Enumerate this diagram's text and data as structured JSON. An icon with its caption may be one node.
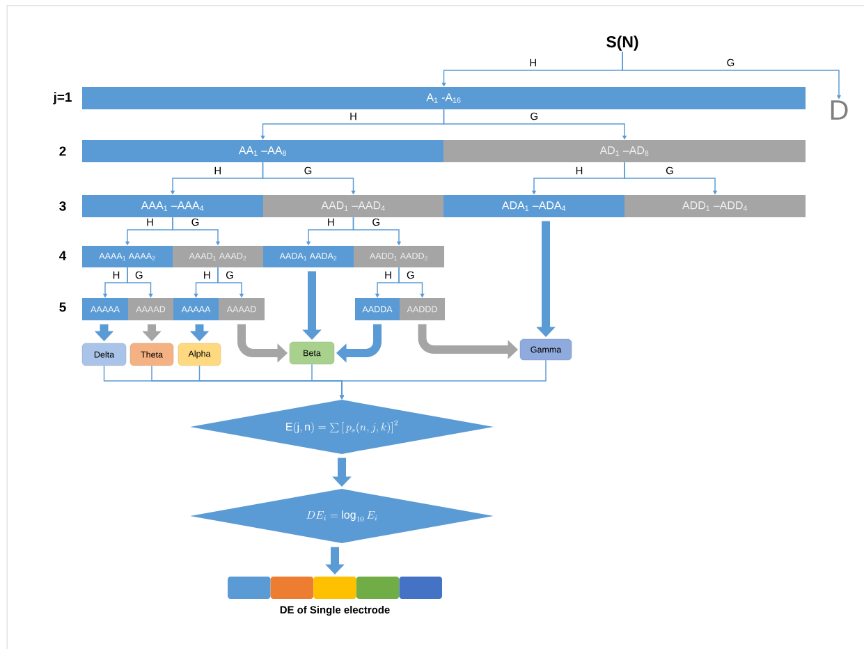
{
  "diagram": {
    "nodes": [
      {
        "text": [
          "S(N)"
        ]
      },
      {
        "text": [
          "A$_{1}$ -A$_{16}$"
        ]
      },
      {
        "text": [
          "D"
        ]
      },
      {
        "text": [
          "AA$_{1}$ –AA$_{8}$"
        ]
      },
      {
        "text": [
          "AD$_{1}$ –AD$_{8}$"
        ]
      },
      {
        "text": [
          "AAA$_{1}$ –AAA$_{4}$"
        ]
      },
      {
        "text": [
          "AAD$_{1}$ –AAD$_{4}$"
        ]
      },
      {
        "text": [
          "ADA$_{1}$ –ADA$_{4}$"
        ]
      },
      {
        "text": [
          "ADD$_{1}$ –ADD$_{4}$"
        ]
      },
      {
        "text": [
          "AAAA$_{1}$  AAAA$_{2}$"
        ]
      },
      {
        "text": [
          "AAAD$_{1}$  AAAD$_{2}$"
        ]
      },
      {
        "text": [
          "AADA$_{1}$  AADA$_{2}$"
        ]
      },
      {
        "text": [
          "AADD$_{1}$  AADD$_{2}$"
        ]
      },
      {
        "text": [
          "AAAAA"
        ]
      },
      {
        "text": [
          "AAAAD"
        ]
      },
      {
        "text": [
          "AAAAA"
        ]
      },
      {
        "text": [
          "AAAAD"
        ]
      },
      {
        "text": [
          "AADDA"
        ]
      },
      {
        "text": [
          "AADDD"
        ]
      },
      {
        "text": [
          "Delta"
        ]
      },
      {
        "text": [
          "Theta"
        ]
      },
      {
        "text": [
          "Alpha"
        ]
      },
      {
        "text": [
          "Beta"
        ]
      },
      {
        "text": [
          "Gamma"
        ]
      },
      {
        "text": [
          "\\mathrm{E}(\\mathrm{j},\\mathrm{n}) = \\sum\\left[\\,p_s(n,j,k)\\right]^2"
        ]
      },
      {
        "text": [
          "DE_i = \\log_{10} E_i"
        ]
      },
      {
        "text": [
          "DE of Single electrode"
        ]
      }
    ],
    "edges": [
      {
        "from": 0,
        "to": 1,
        "arrow": "to",
        "label": "H"
      },
      {
        "from": 0,
        "to": 2,
        "arrow": "to",
        "label": "G"
      },
      {
        "from": 1,
        "to": 3,
        "arrow": "to",
        "label": "H"
      },
      {
        "from": 1,
        "to": 4,
        "arrow": "to",
        "label": "G"
      },
      {
        "from": 3,
        "to": 5,
        "arrow": "to",
        "label": "H"
      },
      {
        "from": 3,
        "to": 6,
        "arrow": "to",
        "label": "G"
      },
      {
        "from": 4,
        "to": 7,
        "arrow": "to",
        "label": "H"
      },
      {
        "from": 4,
        "to": 8,
        "arrow": "to",
        "label": "G"
      },
      {
        "from": 5,
        "to": 9,
        "arrow": "to",
        "label": "H"
      },
      {
        "from": 5,
        "to": 10,
        "arrow": "to",
        "label": "G"
      },
      {
        "from": 6,
        "to": 11,
        "arrow": "to",
        "label": "H"
      },
      {
        "from": 6,
        "to": 12,
        "arrow": "to",
        "label": "G"
      },
      {
        "from": 9,
        "to": 13,
        "arrow": "to",
        "label": "H"
      },
      {
        "from": 9,
        "to": 14,
        "arrow": "to",
        "label": "G"
      },
      {
        "from": 10,
        "to": 15,
        "arrow": "to",
        "label": "H"
      },
      {
        "from": 10,
        "to": 16,
        "arrow": "to",
        "label": "G"
      },
      {
        "from": 12,
        "to": 17,
        "arrow": "to",
        "label": "H"
      },
      {
        "from": 12,
        "to": 18,
        "arrow": "to",
        "label": "G"
      },
      {
        "from": 13,
        "to": 19,
        "arrow": "to",
        "style": "thick"
      },
      {
        "from": 14,
        "to": 20,
        "arrow": "to",
        "style": "thick",
        "color": "#a5a5a5"
      },
      {
        "from": 15,
        "to": 21,
        "arrow": "to",
        "style": "thick"
      },
      {
        "from": 16,
        "to": 22,
        "arrow": "to",
        "style": "thick",
        "color": "#a5a5a5"
      },
      {
        "from": 11,
        "to": 22,
        "arrow": "to",
        "style": "thick"
      },
      {
        "from": 17,
        "to": 22,
        "arrow": "to",
        "style": "thick"
      },
      {
        "from": 18,
        "to": 23,
        "arrow": "to",
        "style": "thick",
        "color": "#a5a5a5"
      },
      {
        "from": 7,
        "to": 23,
        "arrow": "to",
        "style": "thick"
      },
      {
        "from": 19,
        "to": 24,
        "arrow": "to"
      },
      {
        "from": 20,
        "to": 24,
        "arrow": "to"
      },
      {
        "from": 21,
        "to": 24,
        "arrow": "to"
      },
      {
        "from": 22,
        "to": 24,
        "arrow": "to"
      },
      {
        "from": 23,
        "to": 24,
        "arrow": "to"
      },
      {
        "from": 24,
        "to": 25,
        "arrow": "to",
        "style": "thick"
      },
      {
        "from": 25,
        "to": 26,
        "arrow": "to",
        "style": "thick"
      }
    ],
    "labels": [
      "j=1",
      "2",
      "3",
      "4",
      "5"
    ]
  }
}
